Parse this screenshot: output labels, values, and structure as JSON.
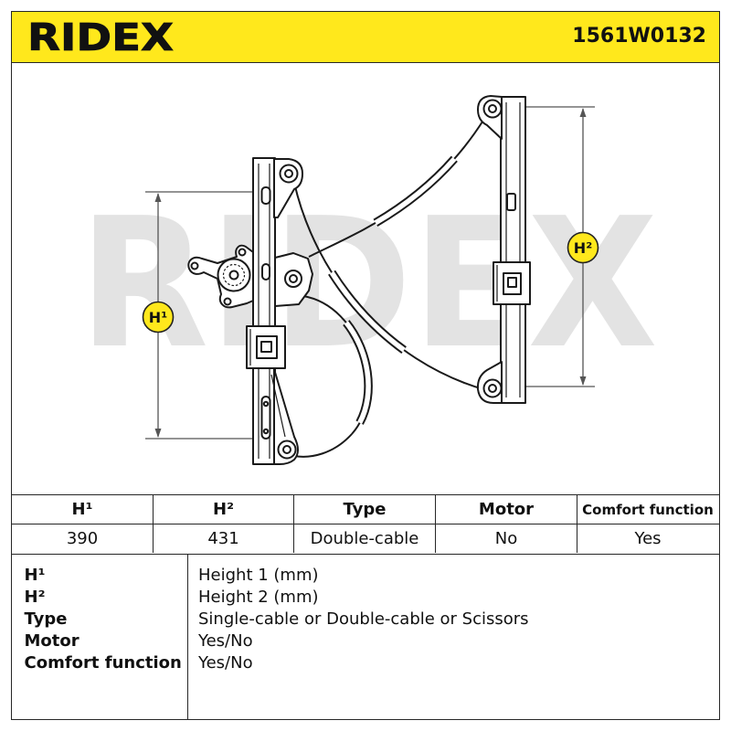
{
  "colors": {
    "brand_yellow": "#FFE81C",
    "watermark": "#E3E3E3",
    "ink": "#1A1A1A"
  },
  "header": {
    "brand": "RIDEX",
    "part_number": "1561W0132"
  },
  "diagram": {
    "watermark": "RIDEX",
    "dimension_badges": {
      "h1": "H¹",
      "h2": "H²"
    }
  },
  "spec_table": {
    "headers": [
      "H¹",
      "H²",
      "Type",
      "Motor",
      "Comfort function"
    ],
    "values": [
      "390",
      "431",
      "Double-cable",
      "No",
      "Yes"
    ]
  },
  "legend": [
    {
      "term": "H¹",
      "description": "Height 1 (mm)"
    },
    {
      "term": "H²",
      "description": "Height 2 (mm)"
    },
    {
      "term": "Type",
      "description": "Single-cable or Double-cable or Scissors"
    },
    {
      "term": "Motor",
      "description": "Yes/No"
    },
    {
      "term": "Comfort function",
      "description": "Yes/No"
    }
  ]
}
